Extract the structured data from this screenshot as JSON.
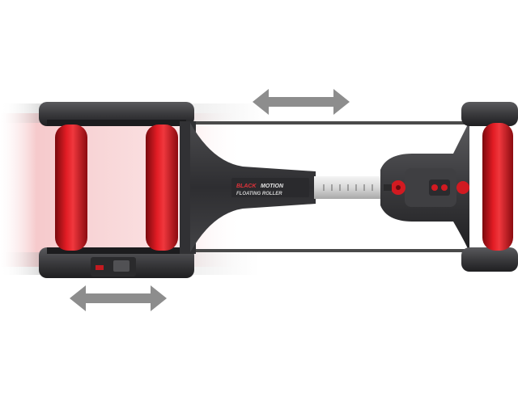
{
  "product": {
    "brand": {
      "prefix": "BLACK",
      "suffix": "MOTION",
      "line2": "FLOATING ROLLER"
    }
  },
  "colors": {
    "frame": "#3a3a3c",
    "frame_dark": "#252527",
    "roller_red": "#d0141b",
    "roller_dark": "#8e0b10",
    "arrow_grey": "#8d8d8d",
    "rail": "#4a4a4a",
    "motion_blur": "#e84a52"
  },
  "icons": {
    "front_arrow": "double-arrow-horizontal",
    "rear_arrow": "double-arrow-horizontal",
    "knob": "adjustment-knob",
    "controls": "button-panel"
  }
}
